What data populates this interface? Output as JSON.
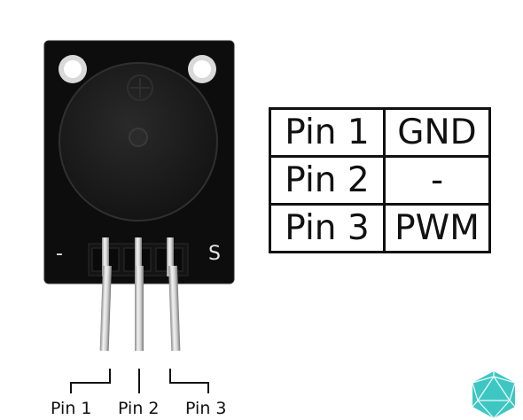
{
  "pin_table": {
    "rows": [
      {
        "pin": "Pin 1",
        "function": "GND"
      },
      {
        "pin": "Pin 2",
        "function": "-"
      },
      {
        "pin": "Pin 3",
        "function": "PWM"
      }
    ]
  },
  "board": {
    "minus_label": "-",
    "signal_label": "S"
  },
  "pin_labels": [
    "Pin 1",
    "Pin 2",
    "Pin 3"
  ],
  "colors": {
    "board": "#111111",
    "buzzer": "#1a1a1a",
    "header": "#151515",
    "pin_metal": "#c8c8c8",
    "logo": "#3ec7c2"
  }
}
